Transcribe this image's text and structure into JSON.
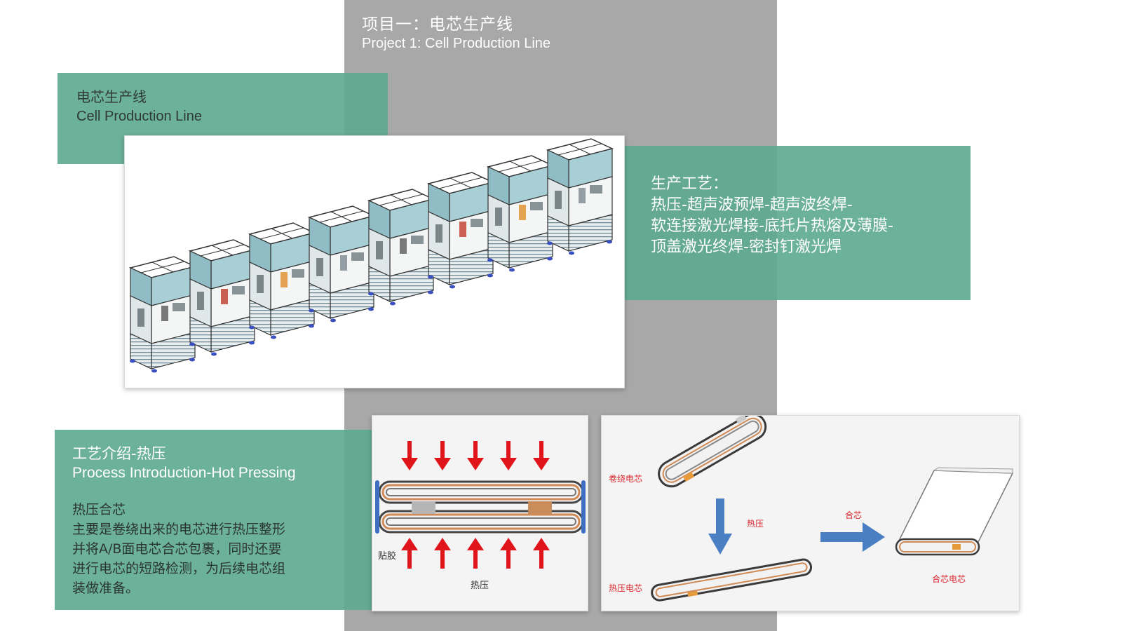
{
  "project": {
    "title_zh": "项目一：电芯生产线",
    "title_en": "Project 1: Cell Production Line"
  },
  "line_box": {
    "title_zh": "电芯生产线",
    "title_en": "Cell Production Line"
  },
  "process_box": {
    "heading": "生产工艺：",
    "lines": [
      "热压-超声波预焊-超声波终焊-",
      "软连接激光焊接-底托片热熔及薄膜-",
      "顶盖激光终焊-密封钉激光焊"
    ]
  },
  "intro_box": {
    "title_zh": "工艺介绍-热压",
    "title_en": "Process Introduction-Hot Pressing",
    "subheading": "热压合芯",
    "lines": [
      "主要是卷绕出来的电芯进行热压整形",
      "并将A/B面电芯合芯包裹，同时还要",
      "进行电芯的短路检测，为后续电芯组",
      "装做准备。"
    ]
  },
  "hot_press_diagram": {
    "glue_label": "贴胶",
    "press_label": "热压"
  },
  "process_diagram": {
    "wound_label": "卷绕电芯",
    "hotpress_label": "热压",
    "pressed_label": "热压电芯",
    "merge_label": "合芯",
    "merged_label": "合芯电芯"
  },
  "colors": {
    "green_panel": "#5ca88f",
    "gray_band": "#a8a8a8",
    "arrow_red": "#e0151b",
    "arrow_blue": "#4a7fc4",
    "label_red": "#d9232a"
  },
  "production_line": {
    "station_count": 8
  }
}
